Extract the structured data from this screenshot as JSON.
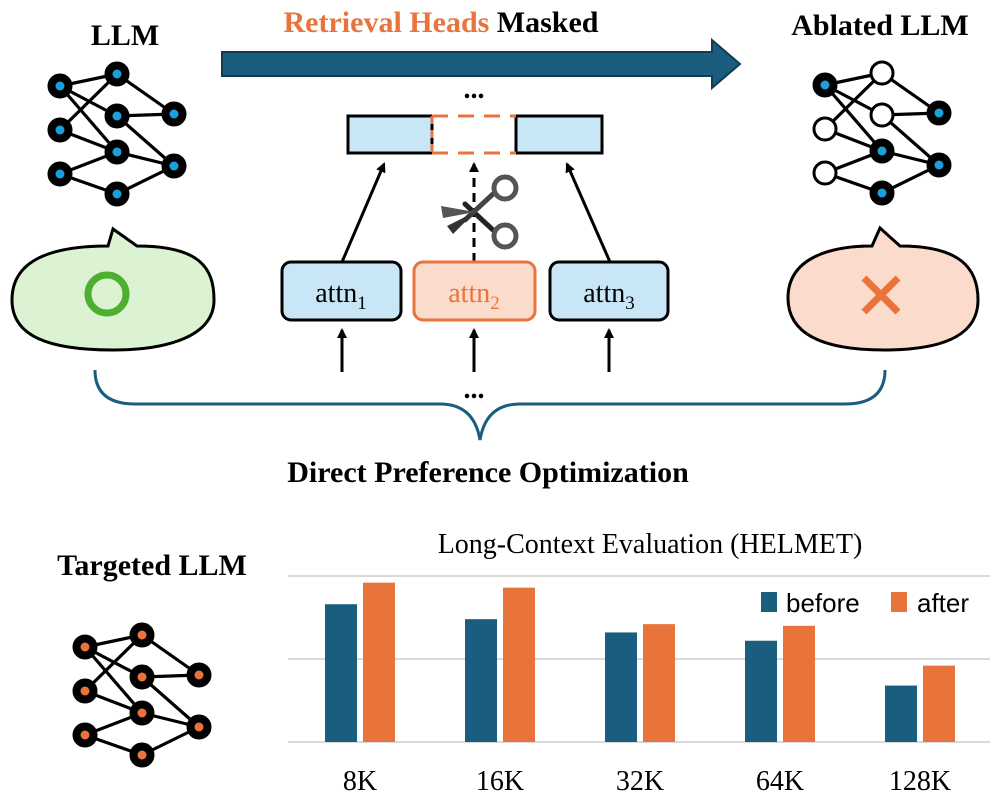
{
  "colors": {
    "teal": "#1a5d7e",
    "orange": "#e8743b",
    "blue_fill": "#c8e6f5",
    "blue_dot": "#1aa0dc",
    "green": "#4caf2f",
    "green_fill": "#dbf3d2",
    "salmon_fill": "#fbdccc",
    "grid": "#d9d9d9"
  },
  "top": {
    "llm_label": "LLM",
    "ablated_label": "Ablated LLM",
    "arrow_title_highlight": "Retrieval Heads",
    "arrow_title_rest": " Masked",
    "dots": "...",
    "attn": [
      {
        "base": "attn",
        "sub": "1"
      },
      {
        "base": "attn",
        "sub": "2"
      },
      {
        "base": "attn",
        "sub": "3"
      }
    ],
    "dpo_label": "Direct Preference Optimization",
    "scissors_icon": "scissors-icon",
    "good_icon": "circle-check-icon",
    "bad_icon": "cross-icon"
  },
  "bottom": {
    "targeted_label": "Targeted LLM"
  },
  "chart_data": {
    "type": "bar",
    "title": "Long-Context Evaluation (HELMET)",
    "categories": [
      "8K",
      "16K",
      "32K",
      "64K",
      "128K"
    ],
    "series": [
      {
        "name": "before",
        "values": [
          0.83,
          0.74,
          0.66,
          0.61,
          0.34
        ]
      },
      {
        "name": "after",
        "values": [
          0.96,
          0.93,
          0.71,
          0.7,
          0.46
        ]
      }
    ],
    "ylim": [
      0,
      1.0
    ],
    "grid": true,
    "legend_position": "top-right"
  }
}
